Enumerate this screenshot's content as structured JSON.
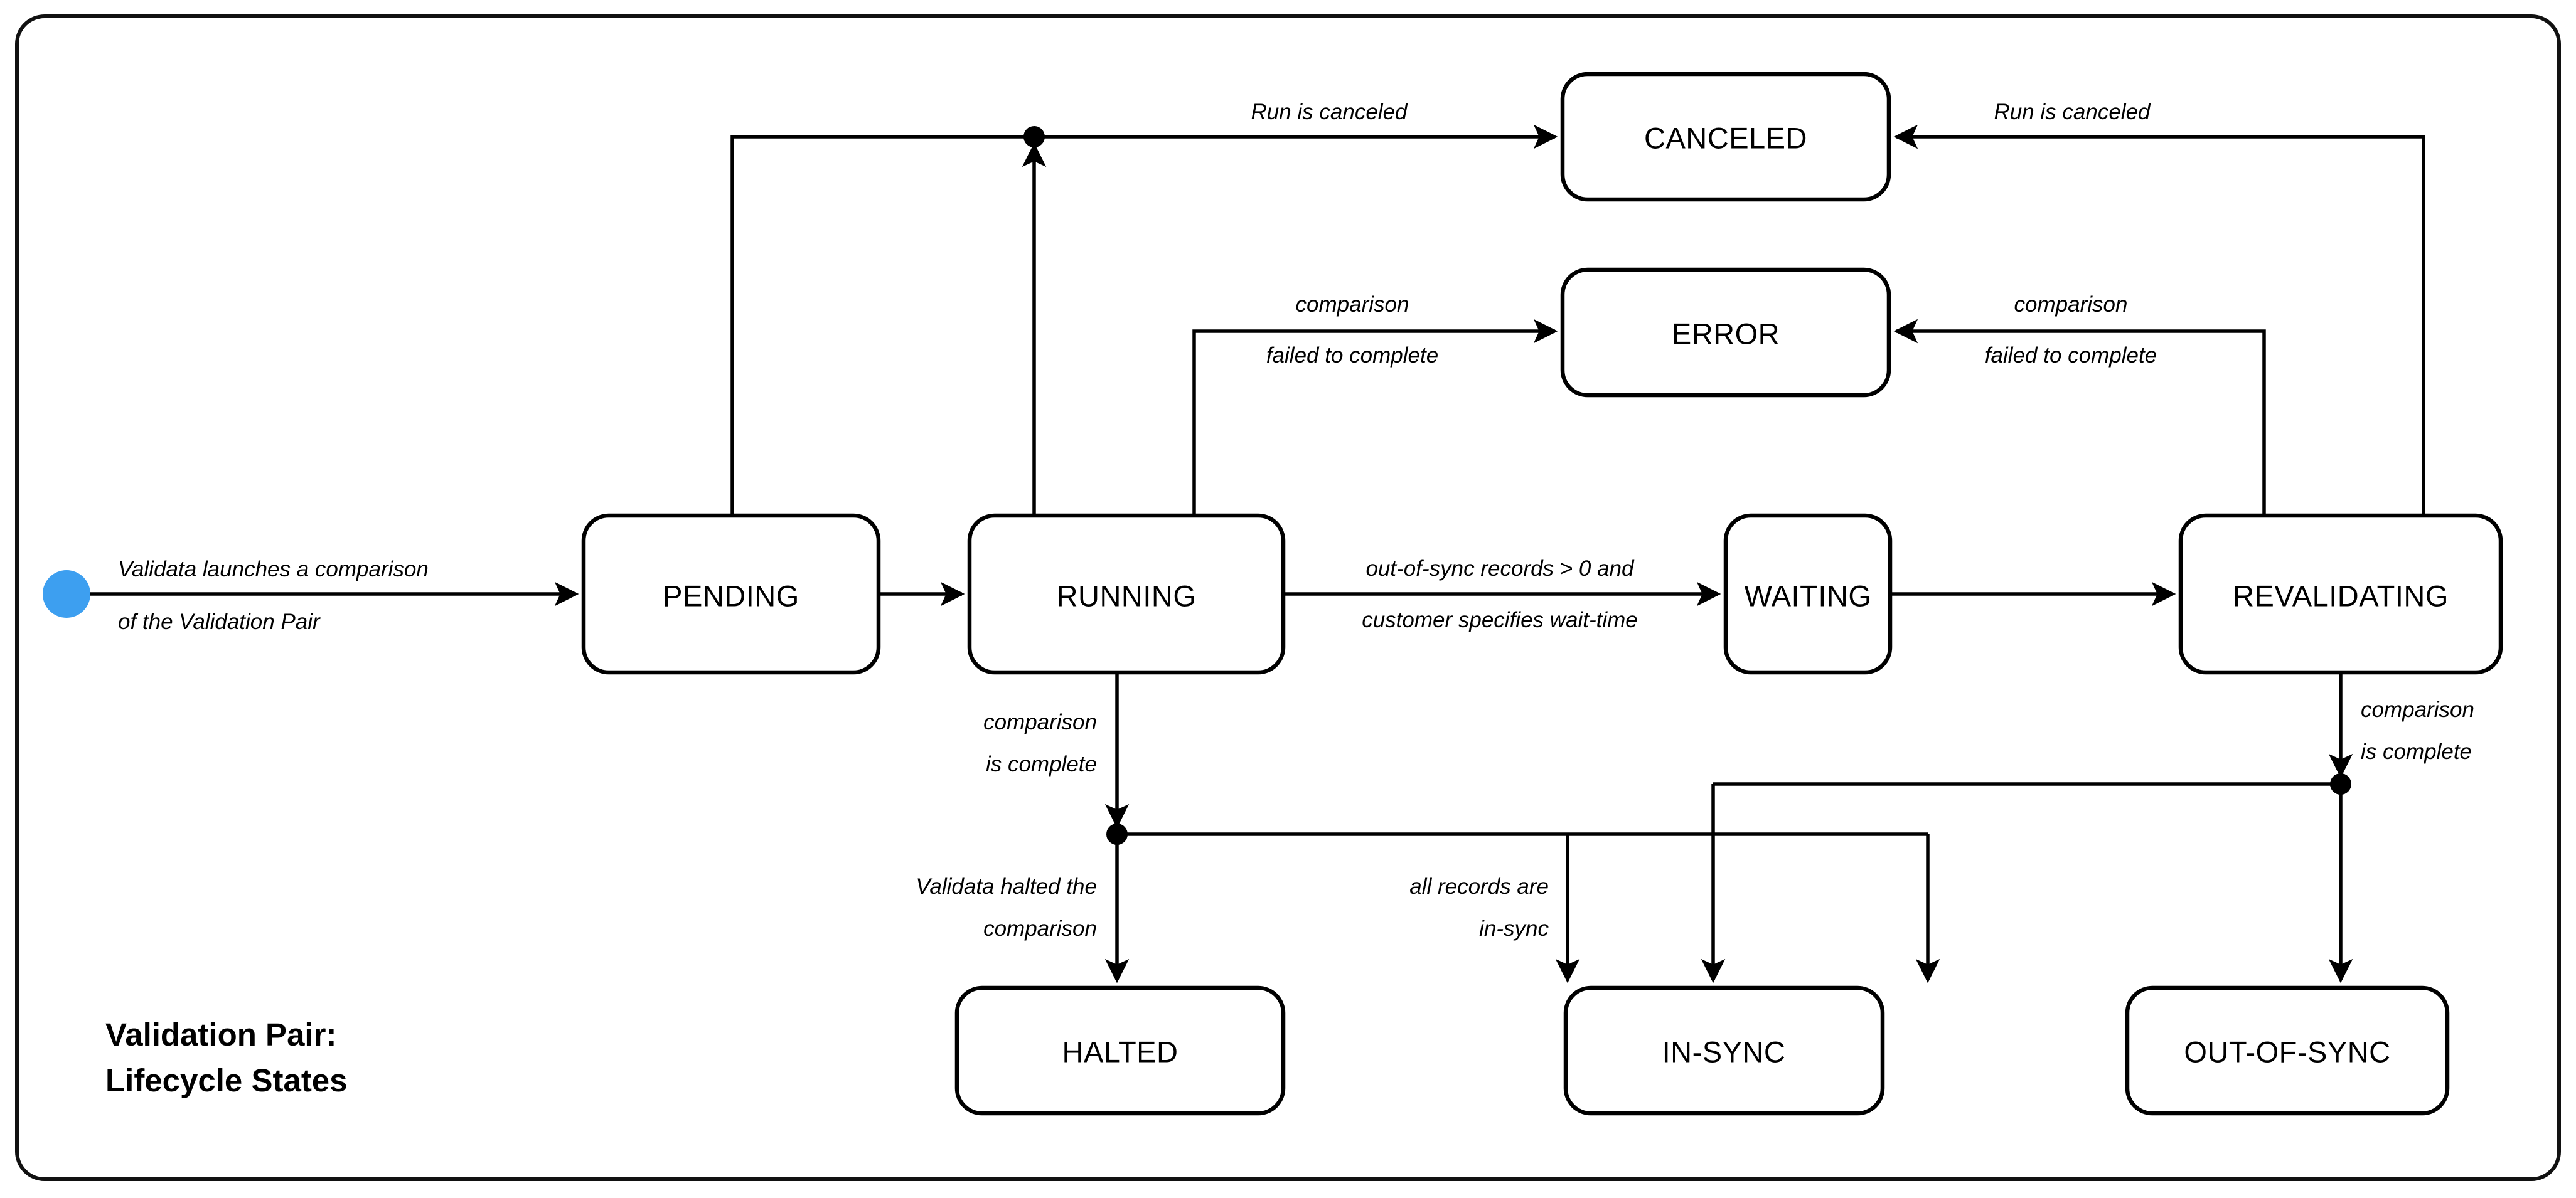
{
  "diagram": {
    "title_line1": "Validation Pair:",
    "title_line2": "Lifecycle States",
    "frame_color": "#111111",
    "start_node_color": "#3d9ff0",
    "edge_color": "#000000"
  },
  "states": {
    "pending": "PENDING",
    "running": "RUNNING",
    "waiting": "WAITING",
    "revalidating": "REVALIDATING",
    "canceled": "CANCELED",
    "error": "ERROR",
    "halted": "HALTED",
    "in_sync": "IN-SYNC",
    "out_of_sync": "OUT-OF-SYNC"
  },
  "labels": {
    "start_l1": "Validata launches a comparison",
    "start_l2": "of the Validation Pair",
    "cancel_left": "Run is canceled",
    "cancel_right": "Run is canceled",
    "error_left_l1": "comparison",
    "error_left_l2": "failed to complete",
    "error_right_l1": "comparison",
    "error_right_l2": "failed to complete",
    "wait_l1": "out-of-sync records > 0 and",
    "wait_l2": "customer specifies wait-time",
    "complete_left_l1": "comparison",
    "complete_left_l2": "is complete",
    "halted_l1": "Validata halted the",
    "halted_l2": "comparison",
    "insync_l1": "all records are",
    "insync_l2": "in-sync",
    "complete_right_l1": "comparison",
    "complete_right_l2": "is complete"
  }
}
